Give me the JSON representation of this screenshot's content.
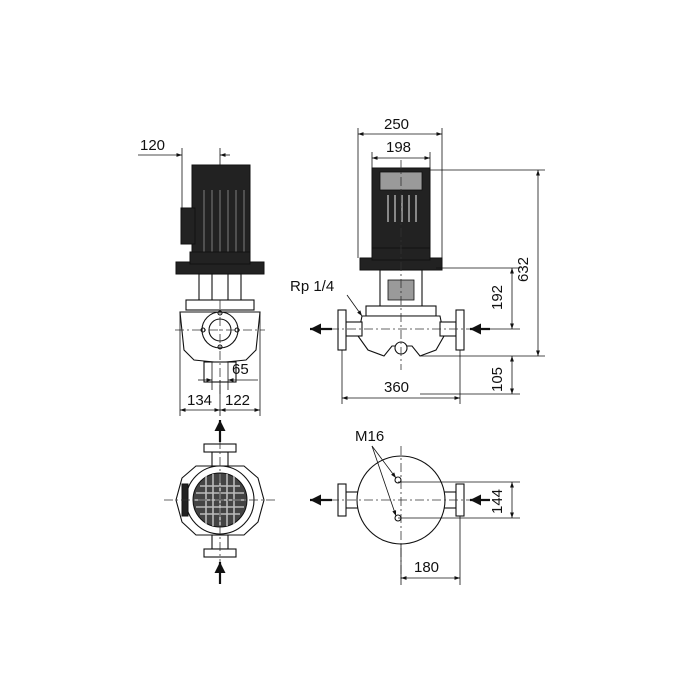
{
  "dimensions": {
    "top_offset": "120",
    "side_width_left": "134",
    "side_width_right": "122",
    "side_offset": "65",
    "front_overall_width": "250",
    "front_motor_width": "198",
    "front_total_height": "632",
    "front_upper_height": "192",
    "front_lower_height": "105",
    "front_port_length": "360",
    "plan_port_spacing": "144",
    "plan_foot_width": "180"
  },
  "labels": {
    "vent_thread": "Rp 1/4",
    "bolt_thread": "M16"
  },
  "colors": {
    "line": "#111111",
    "motor_dark": "#222222",
    "motor_grey": "#9a9a9a",
    "background": "#ffffff"
  }
}
